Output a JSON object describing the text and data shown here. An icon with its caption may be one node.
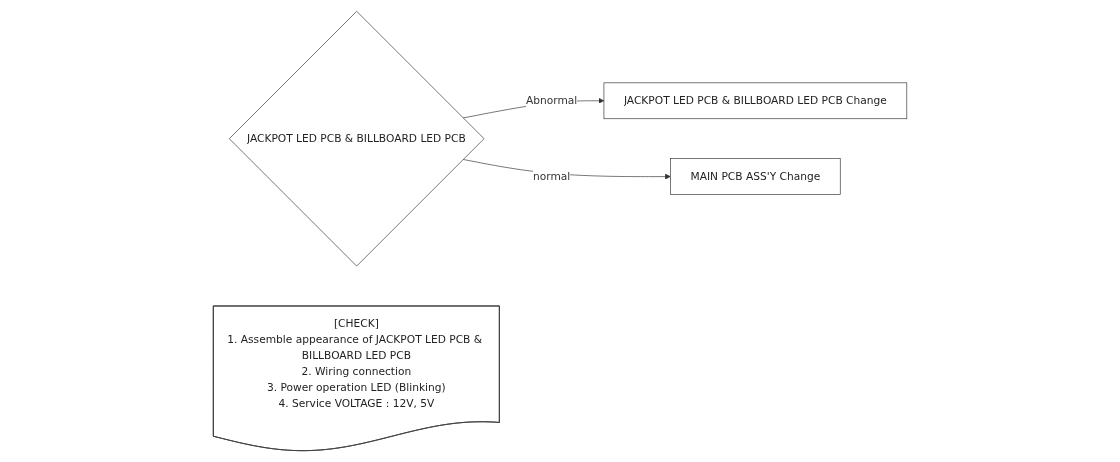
{
  "diagram": {
    "nodes": [
      {
        "text": [
          "JACKPOT LED PCB & BILLBOARD LED PCB"
        ]
      },
      {
        "text": [
          "JACKPOT LED PCB & BILLBOARD LED PCB Change"
        ]
      },
      {
        "text": [
          "[CHECK]",
          "1. Assemble appearance of JACKPOT LED PCB & BILLBOARD LED PCB",
          "2. Wiring connection",
          "3. Power operation LED (Blinking)",
          "4. Service VOLTAGE : 12V, 5V"
        ]
      },
      {
        "text": [
          "MAIN PCB ASS'Y Change"
        ]
      }
    ],
    "edges": [
      {
        "from": 0,
        "to": 1,
        "arrow": "to",
        "label": "Abnormal"
      },
      {
        "from": 0,
        "to": 3,
        "arrow": "to",
        "label": "normal"
      }
    ]
  }
}
